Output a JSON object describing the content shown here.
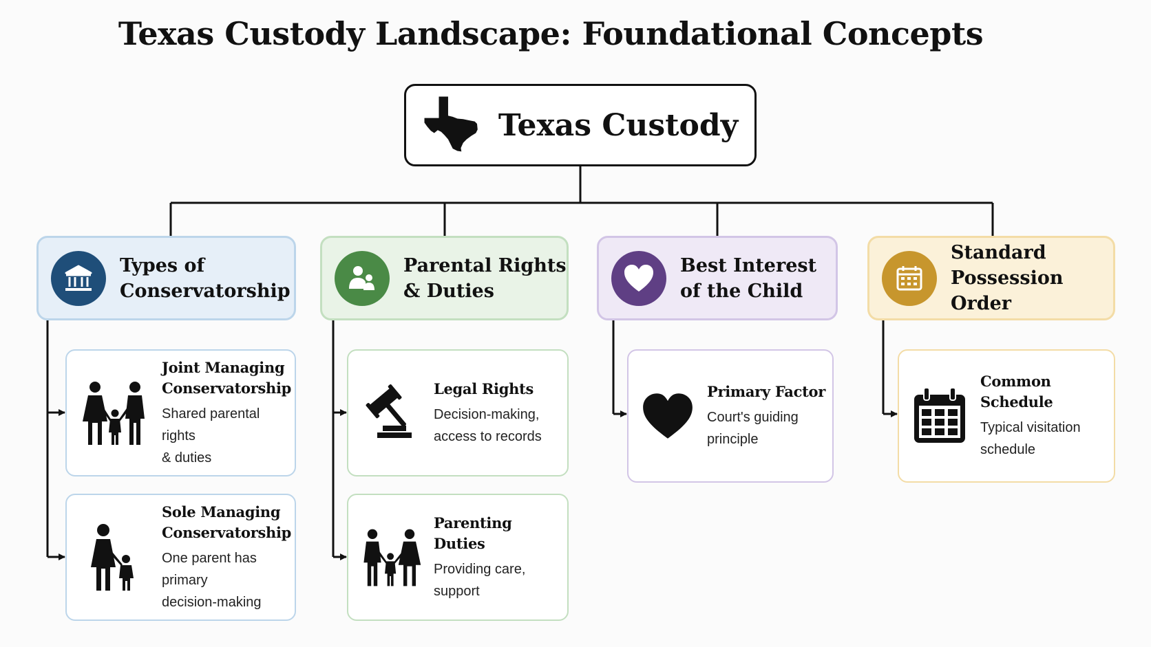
{
  "title": "Texas Custody Landscape: Foundational Concepts",
  "root": {
    "label": "Texas Custody",
    "icon": "texas-state-icon"
  },
  "colors": {
    "blue": "#1f4e79",
    "blue_fill": "#e6eff8",
    "green": "#4a8a46",
    "green_fill": "#e9f3e7",
    "purple": "#5f3f84",
    "purple_fill": "#efe9f6",
    "yellow": "#c7962d",
    "yellow_fill": "#fbf1d9"
  },
  "categories": [
    {
      "label": "Types of\nConservatorship",
      "icon": "courthouse-icon",
      "cards": [
        {
          "title": "Joint Managing\nConservatorship",
          "desc": "Shared parental rights\n& duties",
          "icon": "family-icon"
        },
        {
          "title": "Sole Managing\nConservatorship",
          "desc": "One parent has primary\ndecision-making",
          "icon": "parent-child-icon"
        }
      ]
    },
    {
      "label": "Parental Rights\n& Duties",
      "icon": "parent-child-icon",
      "cards": [
        {
          "title": "Legal Rights",
          "desc": "Decision-making,\naccess to records",
          "icon": "gavel-icon"
        },
        {
          "title": "Parenting Duties",
          "desc": "Providing care,\nsupport",
          "icon": "family-icon"
        }
      ]
    },
    {
      "label": "Best Interest\nof the Child",
      "icon": "heart-icon",
      "cards": [
        {
          "title": "Primary Factor",
          "desc": "Court's guiding\nprinciple",
          "icon": "heart-icon"
        }
      ]
    },
    {
      "label": "Standard\nPossession Order",
      "icon": "calendar-icon",
      "cards": [
        {
          "title": "Common Schedule",
          "desc": "Typical visitation\nschedule",
          "icon": "calendar-icon"
        }
      ]
    }
  ]
}
